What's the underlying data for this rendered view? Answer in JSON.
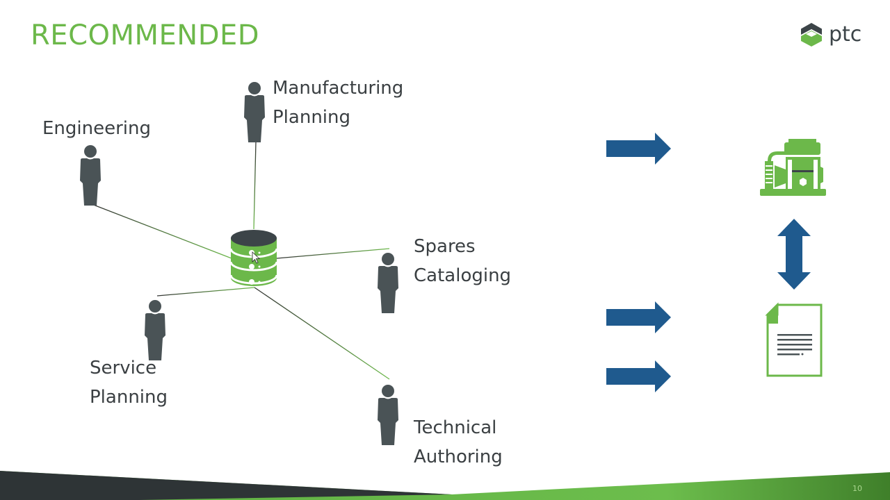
{
  "slide": {
    "title": "RECOMMENDED",
    "page_number": "10",
    "brand": {
      "name": "ptc",
      "green": "#6cb84a",
      "dark": "#3c4448",
      "arrow_blue": "#1f5a8e"
    }
  },
  "roles": [
    {
      "id": "engineering",
      "lines": [
        "Engineering"
      ]
    },
    {
      "id": "manufacturing-planning",
      "lines": [
        "Manufacturing",
        "Planning"
      ]
    },
    {
      "id": "spares-cataloging",
      "lines": [
        "Spares",
        "Cataloging"
      ]
    },
    {
      "id": "service-planning",
      "lines": [
        "Service",
        "Planning"
      ]
    },
    {
      "id": "technical-authoring",
      "lines": [
        "Technical",
        "Authoring"
      ]
    }
  ],
  "hub": {
    "icon": "database-icon"
  },
  "outputs": [
    {
      "icon": "industrial-machine-icon"
    },
    {
      "icon": "document-icon"
    }
  ],
  "arrows": [
    "arrow-right-icon",
    "arrow-right-icon",
    "arrow-right-icon",
    "arrow-updown-icon"
  ]
}
